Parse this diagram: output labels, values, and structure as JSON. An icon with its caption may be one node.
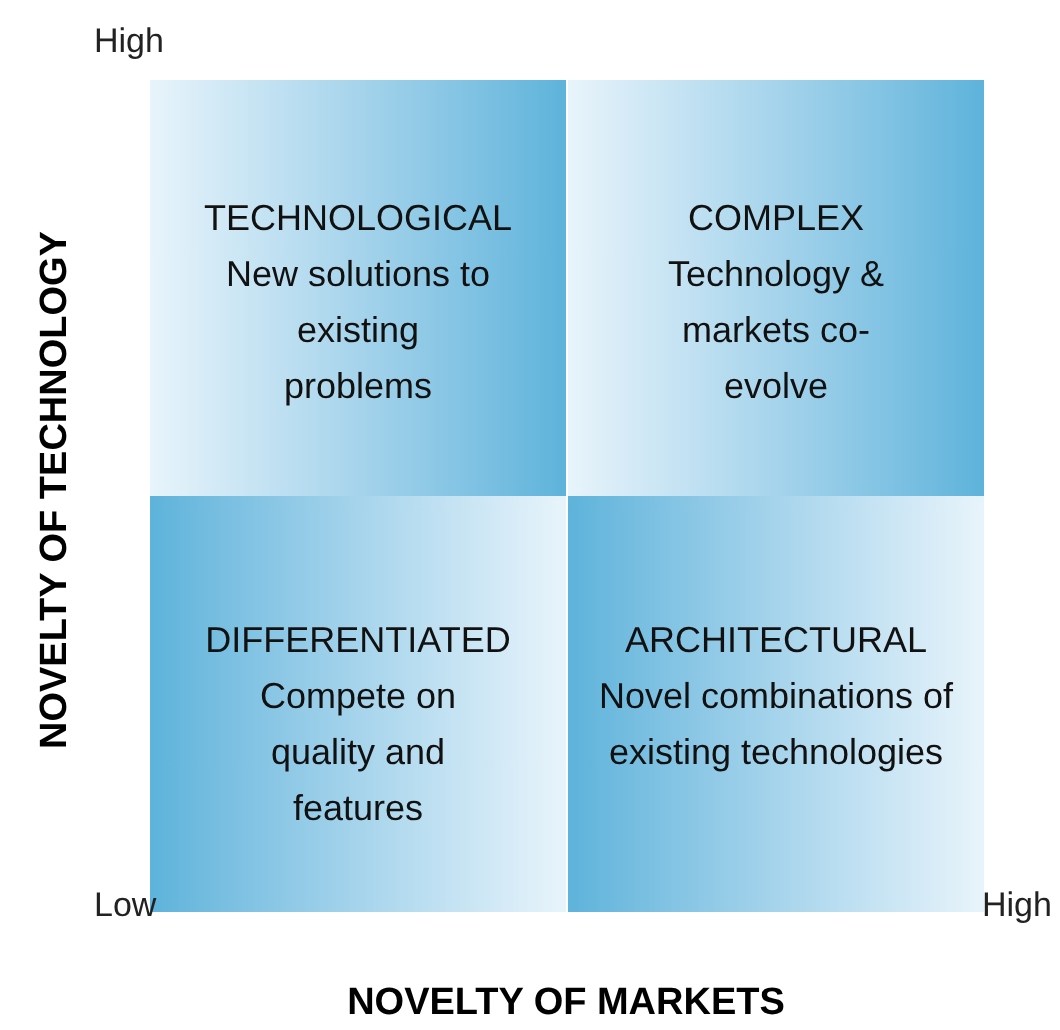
{
  "diagram": {
    "nodes": [
      {
        "text": [
          "TECHNOLOGICAL",
          "New solutions to existing problems"
        ]
      },
      {
        "text": [
          "COMPLEX",
          "Technology & markets co-evolve"
        ]
      },
      {
        "text": [
          "DIFFERENTIATED",
          "Compete on quality and features"
        ]
      },
      {
        "text": [
          "ARCHITECTURAL",
          "Novel combinations of existing technologies"
        ]
      }
    ],
    "labels": [
      "High",
      "NOVELTY OF TECHNOLOGY",
      "Low",
      "High",
      "NOVELTY OF MARKETS"
    ]
  }
}
